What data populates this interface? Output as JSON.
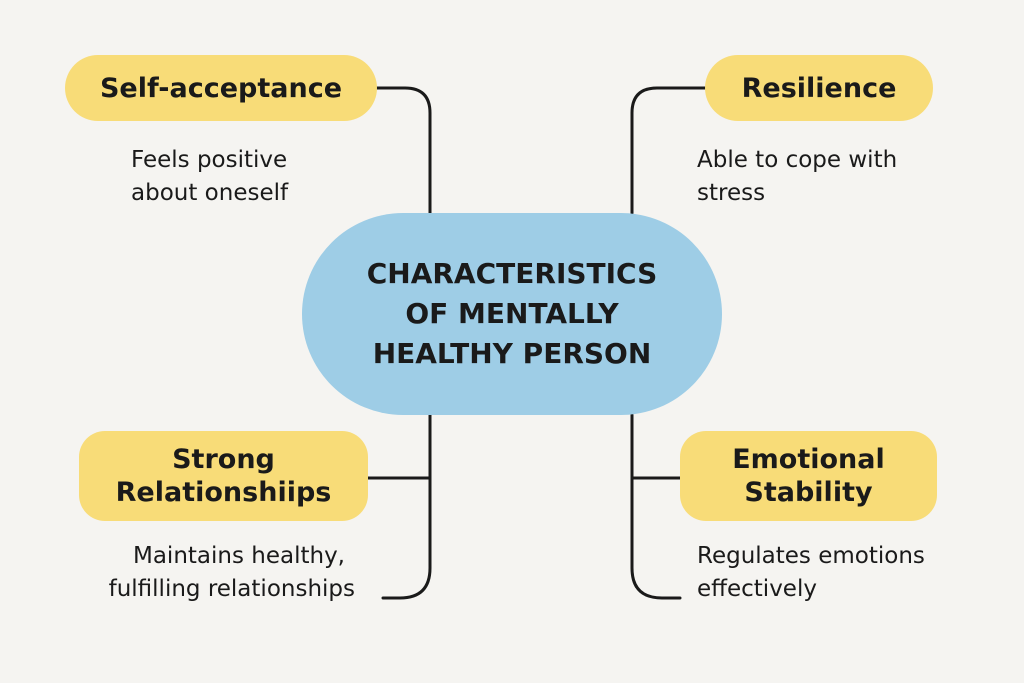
{
  "center": {
    "line1": "CHARACTERISTICS",
    "line2": "OF MENTALLY",
    "line3": "HEALTHY PERSON"
  },
  "nodes": [
    {
      "title": "Self-acceptance",
      "desc1": "Feels positive",
      "desc2": "about oneself"
    },
    {
      "title": "Resilience",
      "desc1": "Able to cope with",
      "desc2": "stress"
    },
    {
      "title1": "Strong",
      "title2": "Relationshiips",
      "desc1": "Maintains healthy,",
      "desc2": "fulfilling relationships"
    },
    {
      "title1": "Emotional",
      "title2": "Stability",
      "desc1": "Regulates emotions",
      "desc2": "effectively"
    }
  ],
  "colors": {
    "background": "#f5f4f1",
    "node": "#f8dc78",
    "center": "#9ecde6",
    "line": "#1a1a1a"
  }
}
